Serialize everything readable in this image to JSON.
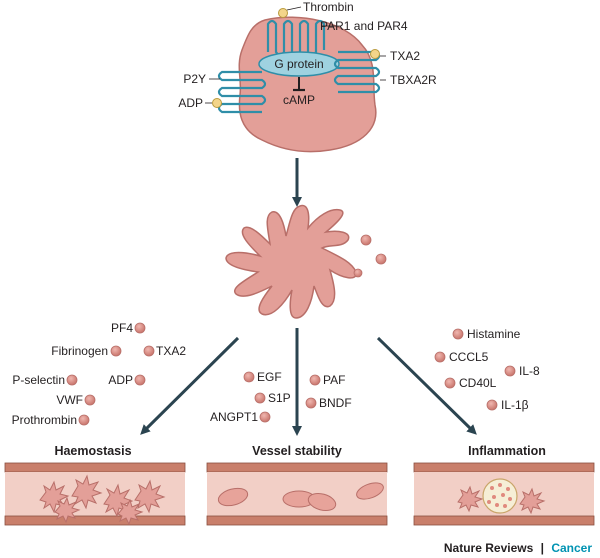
{
  "colors": {
    "cell_fill": "#e39f98",
    "cell_stroke": "#b86f69",
    "receptor": "#2f8ea8",
    "g_protein": "#9fd2e0",
    "ligand": "#f3d58a",
    "factor": "#d9847c",
    "arrow": "#2b4450",
    "vessel_wall": "#c97f6b",
    "vessel_lumen": "#f2cfc6",
    "brand_teal": "#0093b2"
  },
  "platelet": {
    "receptors": {
      "thrombin": "Thrombin",
      "par": "PAR1 and PAR4",
      "g_protein": "G protein",
      "txa2": "TXA2",
      "p2y": "P2Y",
      "tbxa2r": "TBXA2R",
      "adp": "ADP",
      "camp": "cAMP"
    }
  },
  "factors": {
    "haemostasis": [
      "PF4",
      "Fibrinogen",
      "TXA2",
      "P-selectin",
      "ADP",
      "VWF",
      "Prothrombin"
    ],
    "vessel_stability": [
      "EGF",
      "PAF",
      "S1P",
      "BNDF",
      "ANGPT1"
    ],
    "inflammation": [
      "Histamine",
      "CCCL5",
      "IL-8",
      "CD40L",
      "IL-1β"
    ]
  },
  "outcomes": {
    "haemostasis": "Haemostasis",
    "vessel_stability": "Vessel stability",
    "inflammation": "Inflammation"
  },
  "credit": {
    "journal": "Nature Reviews",
    "separator": "|",
    "section": "Cancer"
  }
}
